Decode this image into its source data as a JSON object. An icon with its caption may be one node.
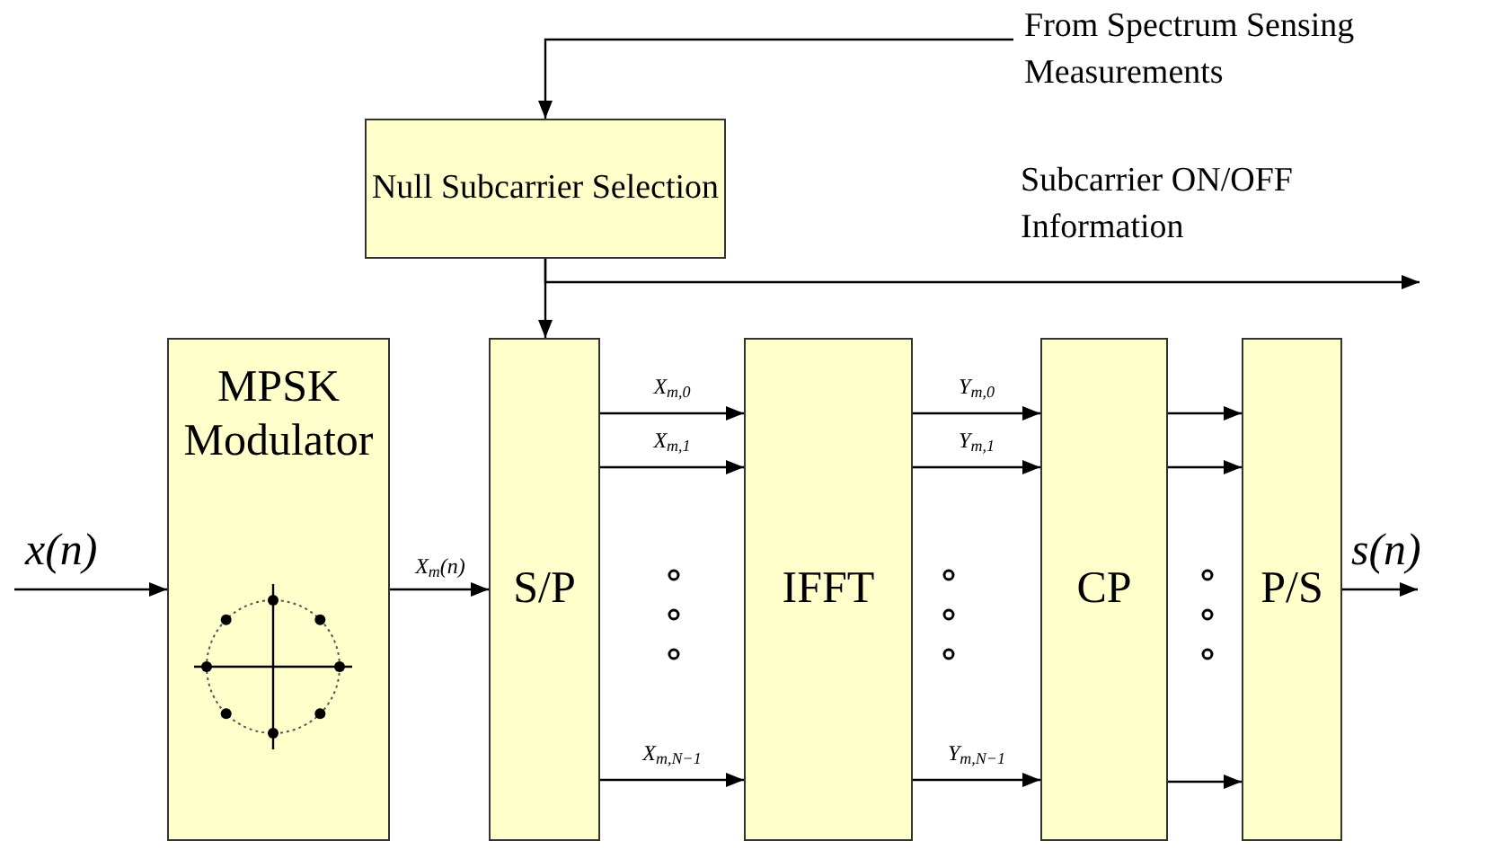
{
  "diagram": {
    "nodes": [
      {
        "text": [
          "From Spectrum Sensing Measurements"
        ]
      },
      {
        "text": [
          "Null Subcarrier Selection"
        ]
      },
      {
        "text": [
          "MPSK Modulator"
        ]
      },
      {
        "text": [
          "S/P"
        ]
      },
      {
        "text": [
          "IFFT"
        ]
      },
      {
        "text": [
          "CP"
        ]
      },
      {
        "text": [
          "P/S"
        ]
      }
    ],
    "edges": [
      {
        "from": 0,
        "to": 1,
        "arrow": "to"
      },
      {
        "from": 1,
        "to": 3,
        "arrow": "to"
      },
      {
        "from": 1,
        "to": null,
        "arrow": "to",
        "label": "Subcarrier ON/OFF Information"
      },
      {
        "from": null,
        "to": 2,
        "arrow": "to",
        "label": "x(n)"
      },
      {
        "from": 2,
        "to": 3,
        "arrow": "to",
        "label": "X$_{m}$(n)"
      },
      {
        "from": 3,
        "to": 4,
        "arrow": "to",
        "label": "X$_{m,0}$"
      },
      {
        "from": 3,
        "to": 4,
        "arrow": "to",
        "label": "X$_{m,1}$"
      },
      {
        "from": 3,
        "to": 4,
        "arrow": "to",
        "label": "X$_{m,N−1}$"
      },
      {
        "from": 4,
        "to": 5,
        "arrow": "to",
        "label": "Y$_{m,0}$"
      },
      {
        "from": 4,
        "to": 5,
        "arrow": "to",
        "label": "Y$_{m,1}$"
      },
      {
        "from": 4,
        "to": 5,
        "arrow": "to",
        "label": "Y$_{m,N−1}$"
      },
      {
        "from": 5,
        "to": 6,
        "arrow": "to"
      },
      {
        "from": 5,
        "to": 6,
        "arrow": "to"
      },
      {
        "from": 5,
        "to": 6,
        "arrow": "to"
      },
      {
        "from": 6,
        "to": null,
        "arrow": "to",
        "label": "s(n)"
      }
    ]
  }
}
